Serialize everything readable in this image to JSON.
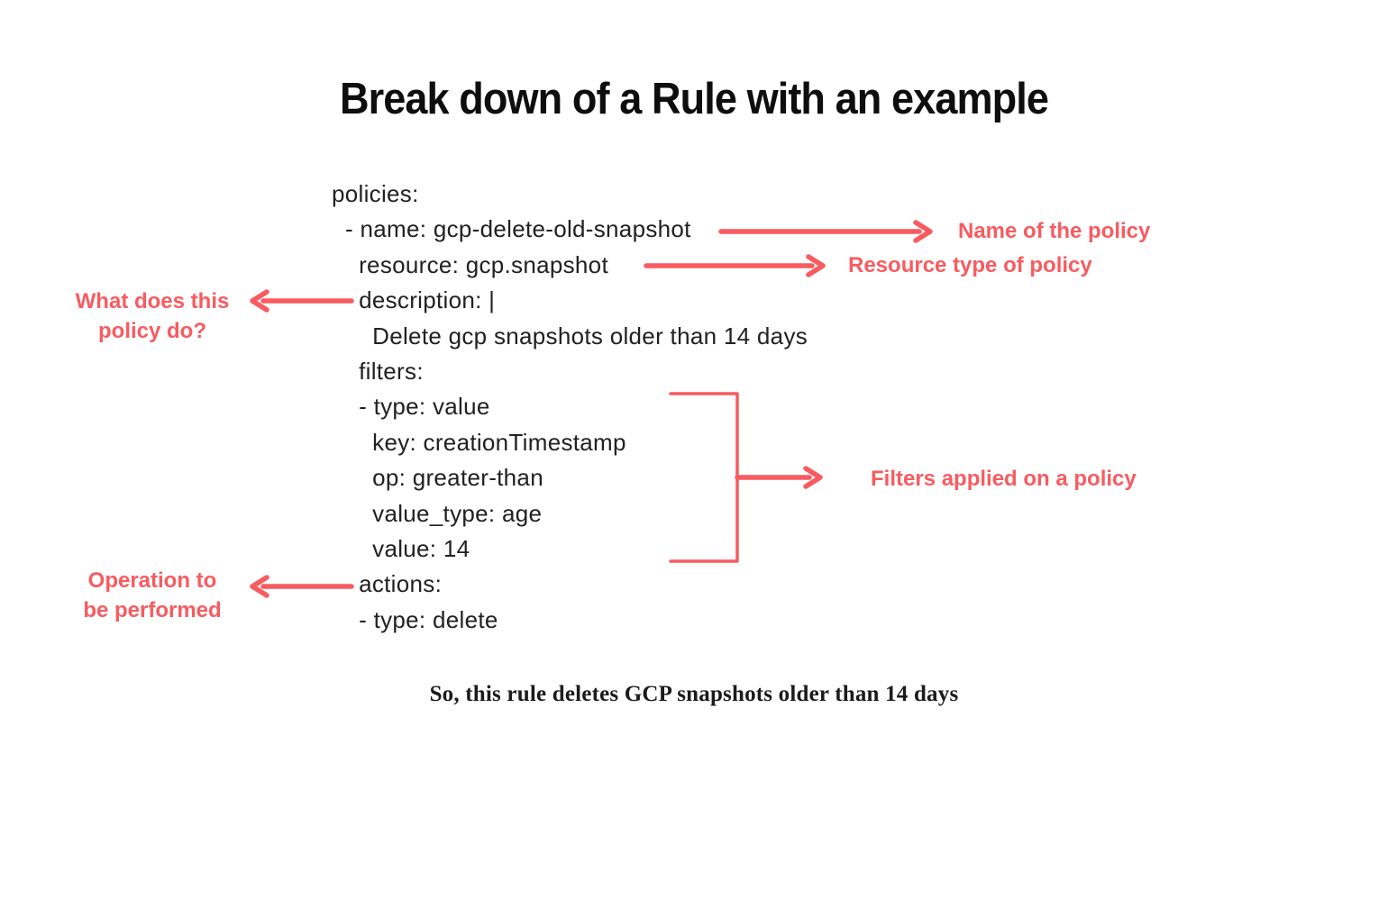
{
  "title": "Break down of a Rule with an example",
  "accent_color": "#f85b60",
  "text_color": "#212121",
  "code": {
    "language": "yaml",
    "lines": [
      "policies:",
      "  - name: gcp-delete-old-snapshot",
      "    resource: gcp.snapshot",
      "    description: |",
      "      Delete gcp snapshots older than 14 days",
      "    filters:",
      "    - type: value",
      "      key: creationTimestamp",
      "      op: greater-than",
      "      value_type: age",
      "      value: 14",
      "    actions:",
      "    - type: delete"
    ]
  },
  "annotations": {
    "name_label": "Name of the policy",
    "resource_label": "Resource type of policy",
    "description_label_line1": "What does this",
    "description_label_line2": "policy do?",
    "filters_label": "Filters applied on a policy",
    "actions_label_line1": "Operation to",
    "actions_label_line2": "be performed"
  },
  "footer": "So, this rule deletes GCP snapshots older than 14 days"
}
